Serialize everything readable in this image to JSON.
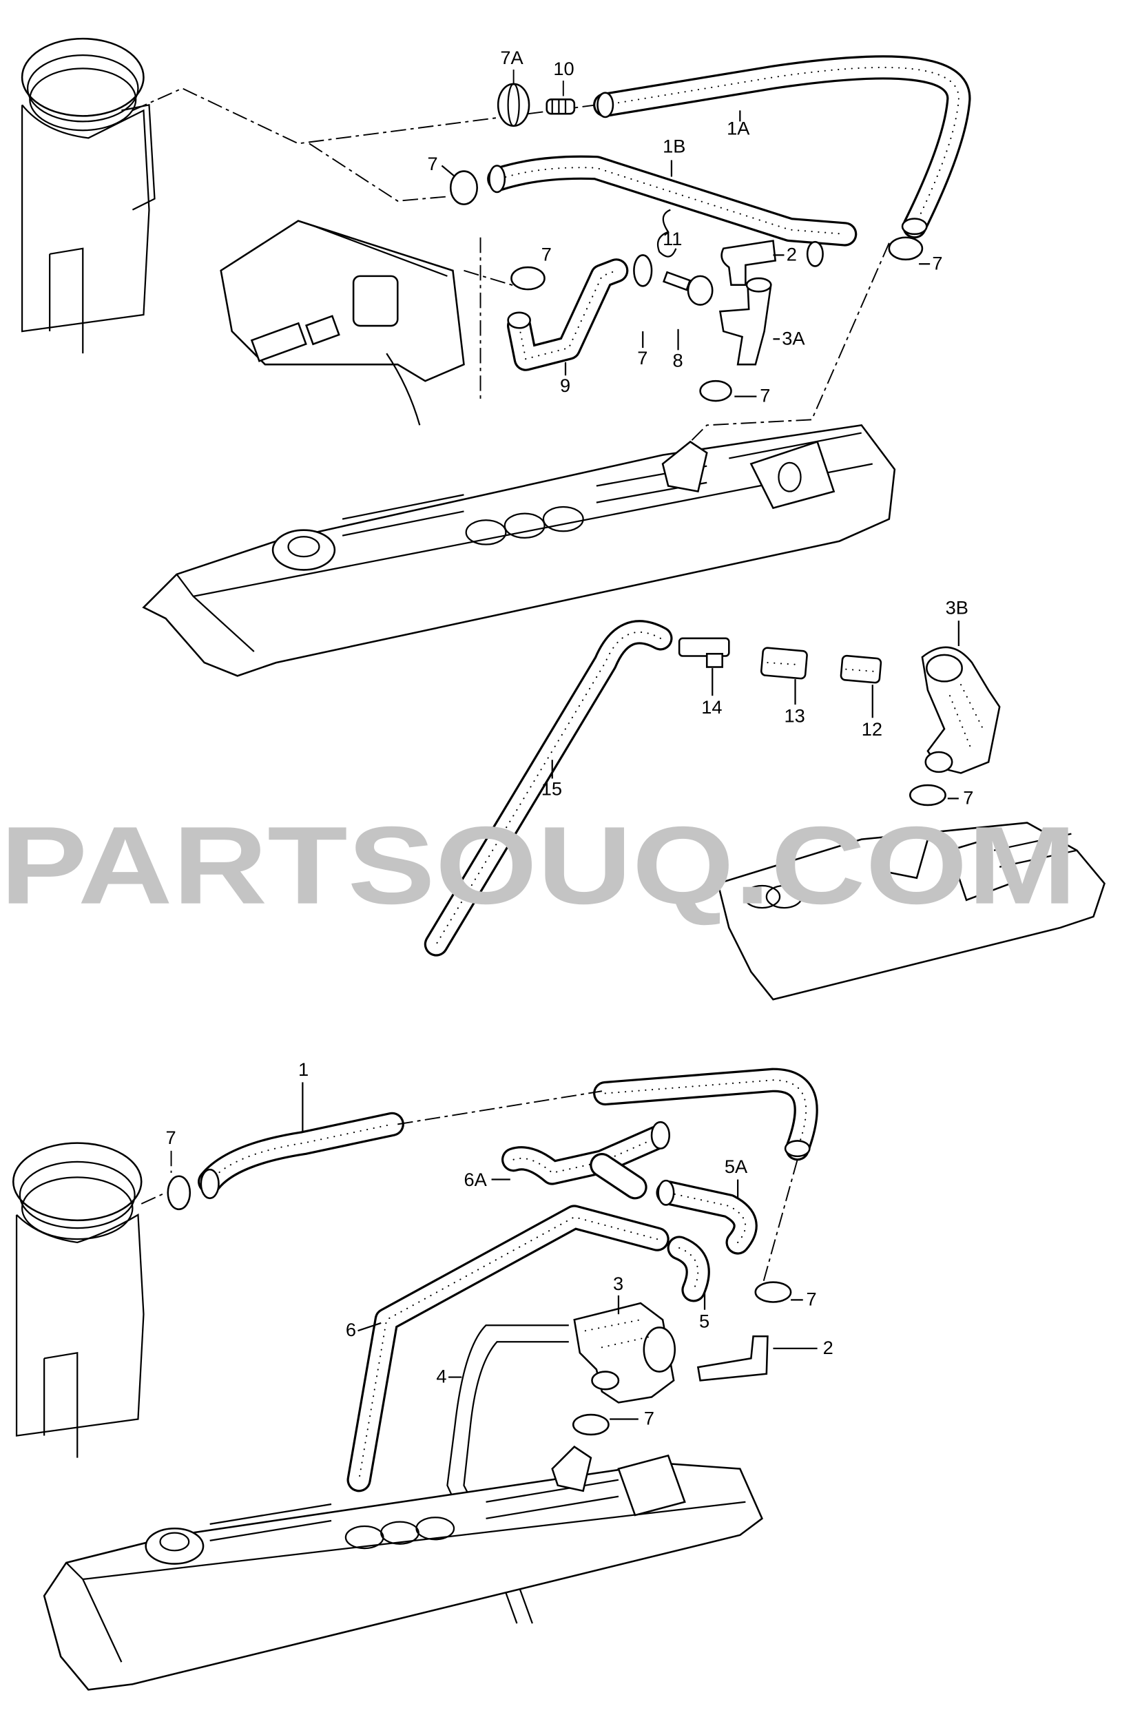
{
  "diagram": {
    "watermark": "PARTSOUQ.COM",
    "callouts_top": {
      "c7a": "7A",
      "c10": "10",
      "c1a": "1A",
      "c1b": "1B",
      "c7_a": "7",
      "c11": "11",
      "c7_b": "7",
      "c2": "2",
      "c7_c": "7",
      "c3a": "3A",
      "c7_d": "7",
      "c8": "8",
      "c9": "9",
      "c7_e": "7"
    },
    "callouts_middle": {
      "c3b": "3B",
      "c14": "14",
      "c13": "13",
      "c12": "12",
      "c15": "15",
      "c7": "7"
    },
    "callouts_bottom": {
      "c1": "1",
      "c7_a": "7",
      "c6a": "6A",
      "c5a": "5A",
      "c3": "3",
      "c7_b": "7",
      "c6": "6",
      "c5": "5",
      "c2": "2",
      "c4": "4",
      "c7_c": "7"
    }
  }
}
